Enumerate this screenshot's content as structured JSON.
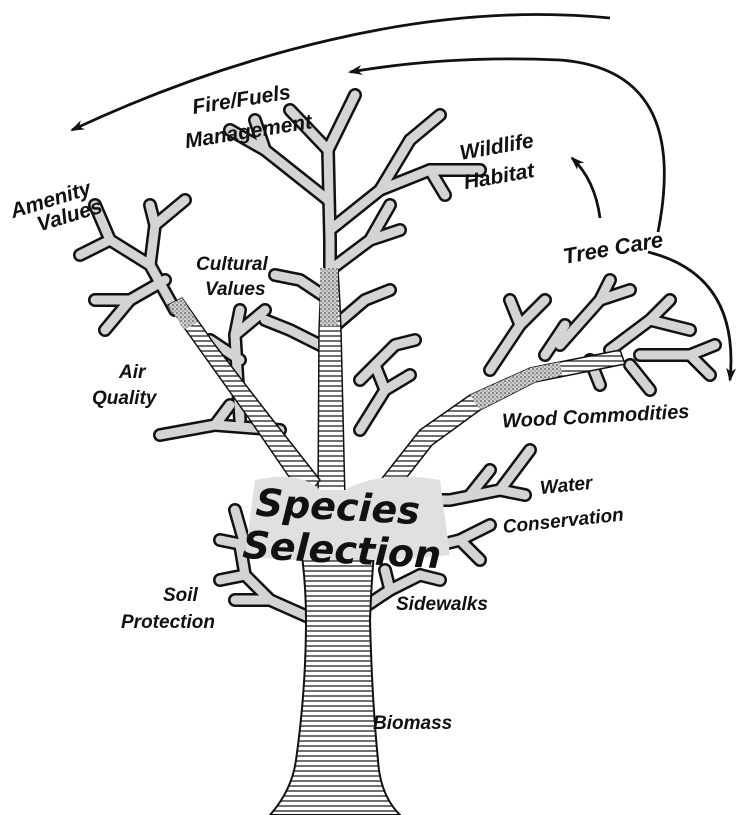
{
  "diagram": {
    "center_label_line1": "Species",
    "center_label_line2": "Selection",
    "labels": {
      "fire_fuels_line1": "Fire/Fuels",
      "fire_fuels_line2": "Management",
      "amenity_line1": "Amenity",
      "amenity_line2": "Values",
      "wildlife_line1": "Wildlife",
      "wildlife_line2": "Habitat",
      "tree_care": "Tree Care",
      "cultural_line1": "Cultural",
      "cultural_line2": "Values",
      "air_line1": "Air",
      "air_line2": "Quality",
      "wood": "Wood Commodities",
      "water_line1": "Water",
      "water_line2": "Conservation",
      "soil_line1": "Soil",
      "soil_line2": "Protection",
      "sidewalks": "Sidewalks",
      "biomass": "Biomass"
    },
    "colors": {
      "ink": "#111111",
      "branch_fill": "#d4d4d4"
    }
  }
}
